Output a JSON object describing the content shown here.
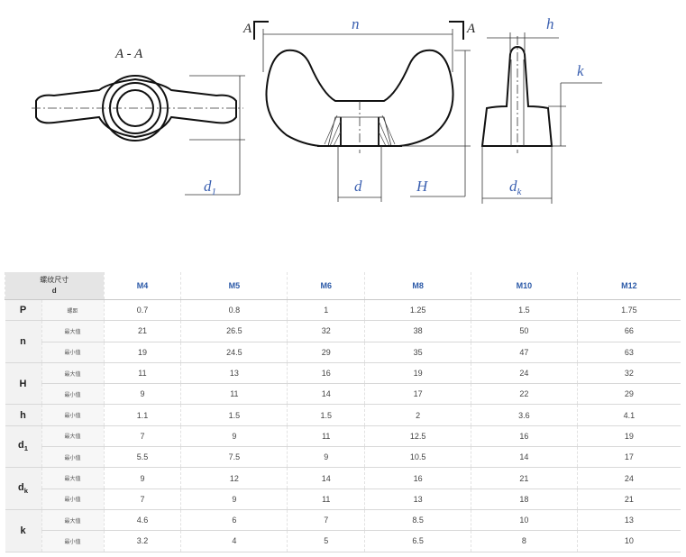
{
  "drawing": {
    "section_label": "A - A",
    "section_marks": [
      "A",
      "A"
    ],
    "dims": {
      "n": "n",
      "h": "h",
      "k": "k",
      "d1": "d",
      "d1_sub": "1",
      "d": "d",
      "H": "H",
      "dk": "d",
      "dk_sub": "k"
    }
  },
  "table": {
    "corner_line1": "螺纹尺寸",
    "corner_line2": "d",
    "sizes": [
      "M4",
      "M5",
      "M6",
      "M8",
      "M10",
      "M12"
    ],
    "rows": [
      {
        "symbol": "P",
        "symbol_sub": "",
        "sub": "螺距",
        "values": [
          "0.7",
          "0.8",
          "1",
          "1.25",
          "1.5",
          "1.75"
        ]
      },
      {
        "symbol": "n",
        "symbol_sub": "",
        "sub": "最大值",
        "values": [
          "21",
          "26.5",
          "32",
          "38",
          "50",
          "66"
        ]
      },
      {
        "symbol": "",
        "symbol_sub": "",
        "sub": "最小值",
        "values": [
          "19",
          "24.5",
          "29",
          "35",
          "47",
          "63"
        ]
      },
      {
        "symbol": "H",
        "symbol_sub": "",
        "sub": "最大值",
        "values": [
          "11",
          "13",
          "16",
          "19",
          "24",
          "32"
        ]
      },
      {
        "symbol": "",
        "symbol_sub": "",
        "sub": "最小值",
        "values": [
          "9",
          "11",
          "14",
          "17",
          "22",
          "29"
        ]
      },
      {
        "symbol": "h",
        "symbol_sub": "",
        "sub": "最小值",
        "values": [
          "1.1",
          "1.5",
          "1.5",
          "2",
          "3.6",
          "4.1"
        ]
      },
      {
        "symbol": "d",
        "symbol_sub": "1",
        "sub": "最大值",
        "values": [
          "7",
          "9",
          "11",
          "12.5",
          "16",
          "19"
        ]
      },
      {
        "symbol": "",
        "symbol_sub": "",
        "sub": "最小值",
        "values": [
          "5.5",
          "7.5",
          "9",
          "10.5",
          "14",
          "17"
        ]
      },
      {
        "symbol": "d",
        "symbol_sub": "k",
        "sub": "最大值",
        "values": [
          "9",
          "12",
          "14",
          "16",
          "21",
          "24"
        ]
      },
      {
        "symbol": "",
        "symbol_sub": "",
        "sub": "最小值",
        "values": [
          "7",
          "9",
          "11",
          "13",
          "18",
          "21"
        ]
      },
      {
        "symbol": "k",
        "symbol_sub": "",
        "sub": "最大值",
        "values": [
          "4.6",
          "6",
          "7",
          "8.5",
          "10",
          "13"
        ]
      },
      {
        "symbol": "",
        "symbol_sub": "",
        "sub": "最小值",
        "values": [
          "3.2",
          "4",
          "5",
          "6.5",
          "8",
          "10"
        ]
      }
    ]
  }
}
